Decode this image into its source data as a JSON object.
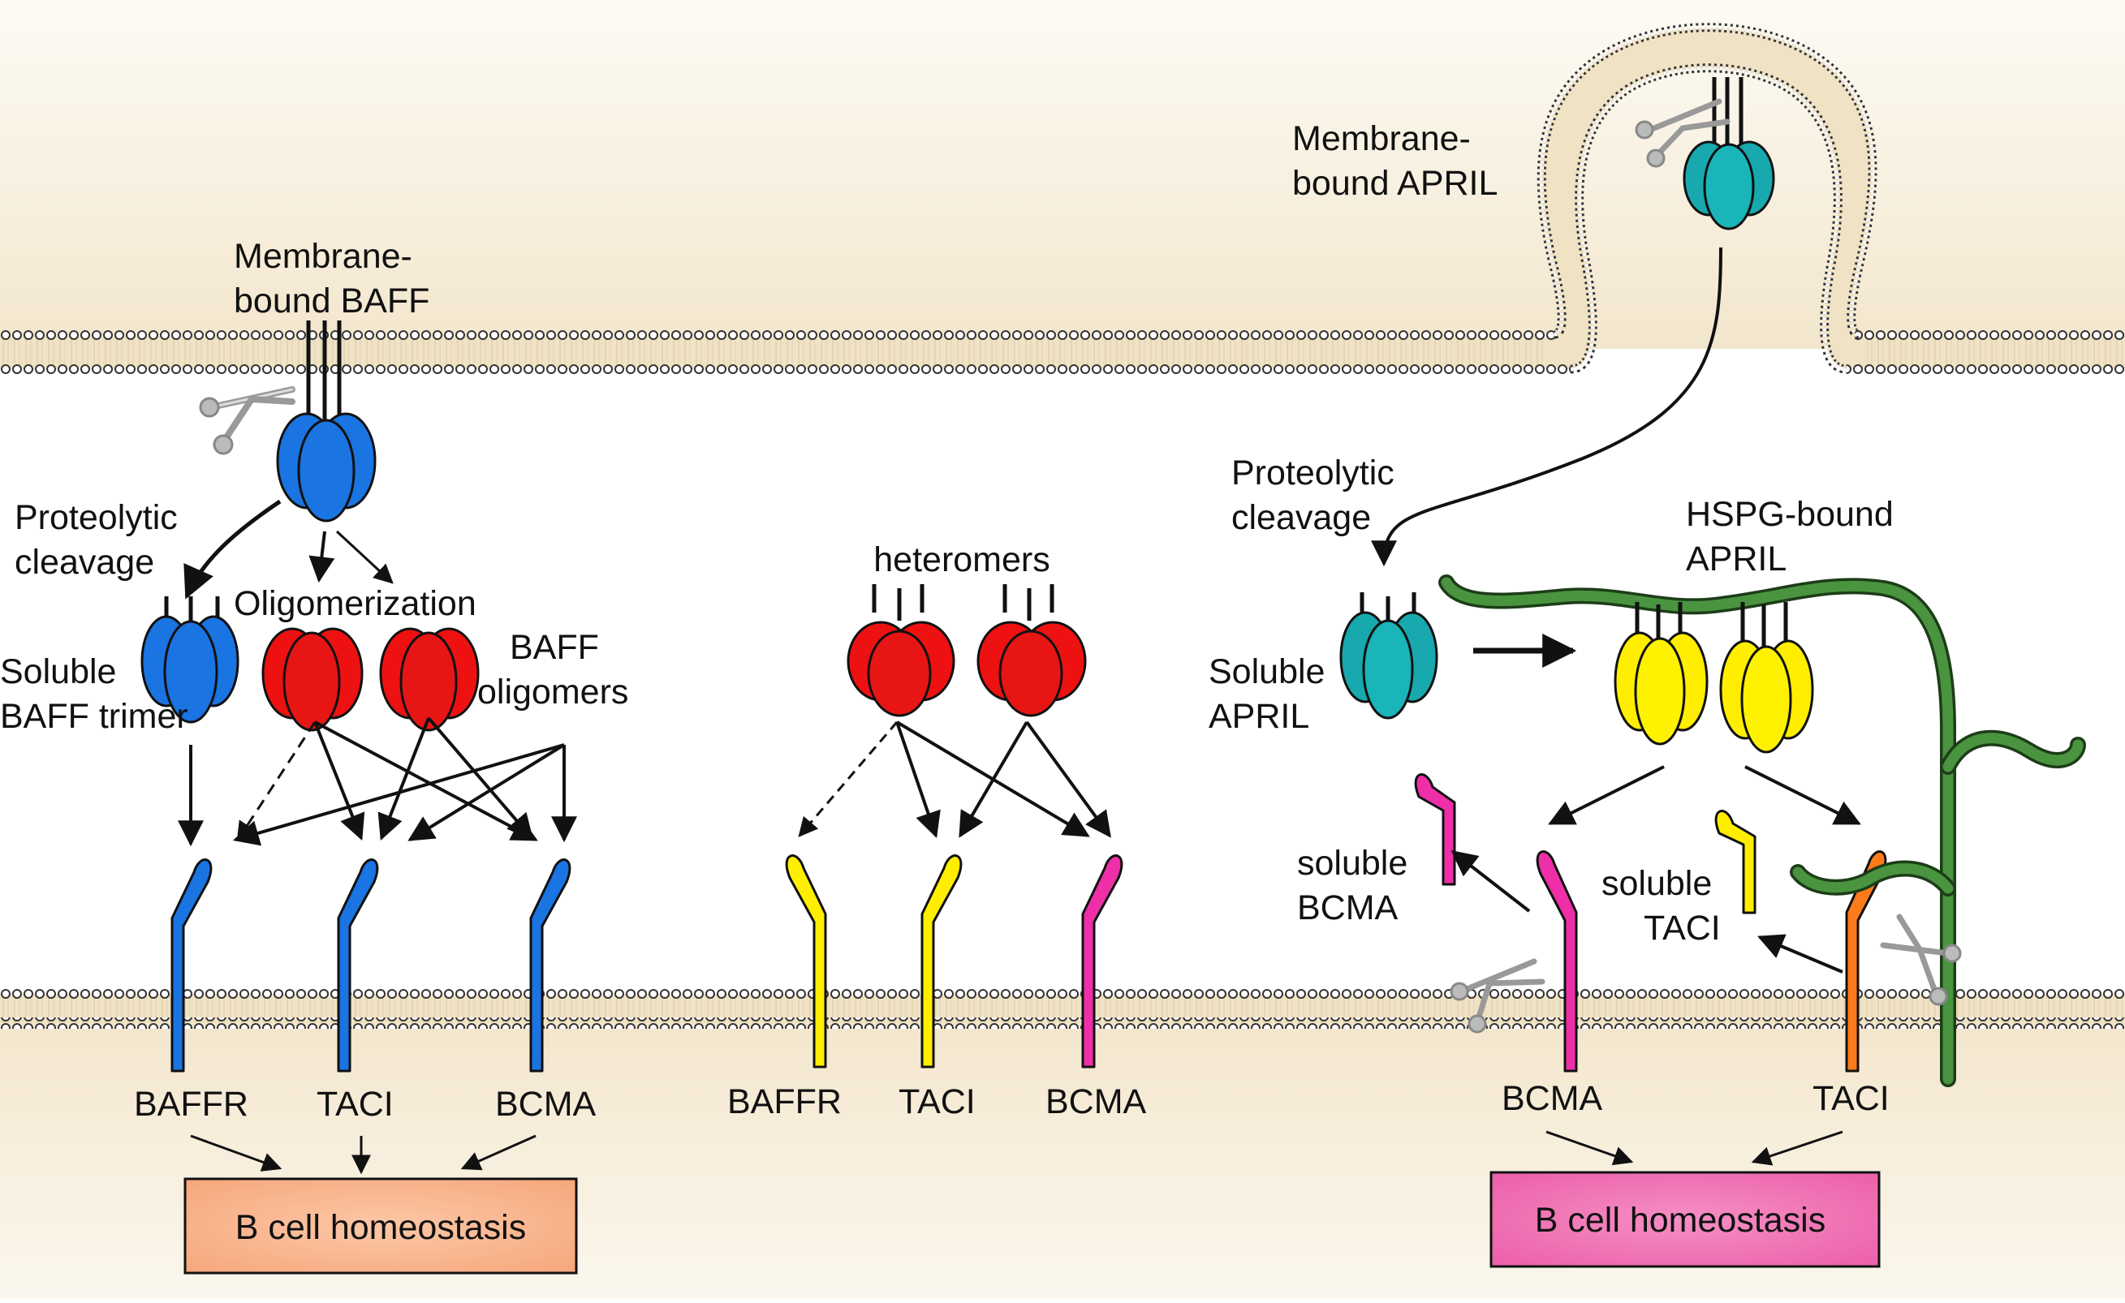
{
  "colors": {
    "extracellular": "#f6ecd8",
    "cytoplasm": "#f5ead6",
    "baff_blue": "#1a74e2",
    "oligomer_red": "#ee1111",
    "april_teal": "#17a9ad",
    "hspg_yellow": "#ffee00",
    "bcma_pink": "#ee2fa8",
    "taci_orange": "#ff7a1a",
    "hspg_green": "#4a9440",
    "left_box": "#f9b38d",
    "right_box": "#f06cb2"
  },
  "left_panel": {
    "membrane_baff_label": [
      "Membrane-",
      "bound BAFF"
    ],
    "proteolytic_label": [
      "Proteolytic",
      "cleavage"
    ],
    "oligomerization_label": "Oligomerization",
    "soluble_trimer_label": [
      "Soluble",
      "BAFF trimer"
    ],
    "oligomers_label": [
      "BAFF",
      "oligomers"
    ],
    "receptors": [
      "BAFFR",
      "TACI",
      "BCMA"
    ],
    "outcome": "B cell homeostasis"
  },
  "middle_panel": {
    "heteromers_label": "heteromers",
    "receptors": [
      "BAFFR",
      "TACI",
      "BCMA"
    ]
  },
  "right_panel": {
    "membrane_april_label": [
      "Membrane-",
      "bound APRIL"
    ],
    "proteolytic_label": [
      "Proteolytic",
      "cleavage"
    ],
    "soluble_april_label": [
      "Soluble",
      "APRIL"
    ],
    "hspg_label": [
      "HSPG-bound",
      "APRIL"
    ],
    "soluble_bcma_label": [
      "soluble",
      "BCMA"
    ],
    "soluble_taci_label": [
      "soluble",
      "TACI"
    ],
    "receptors": [
      "BCMA",
      "TACI"
    ],
    "outcome": "B cell homeostasis"
  }
}
